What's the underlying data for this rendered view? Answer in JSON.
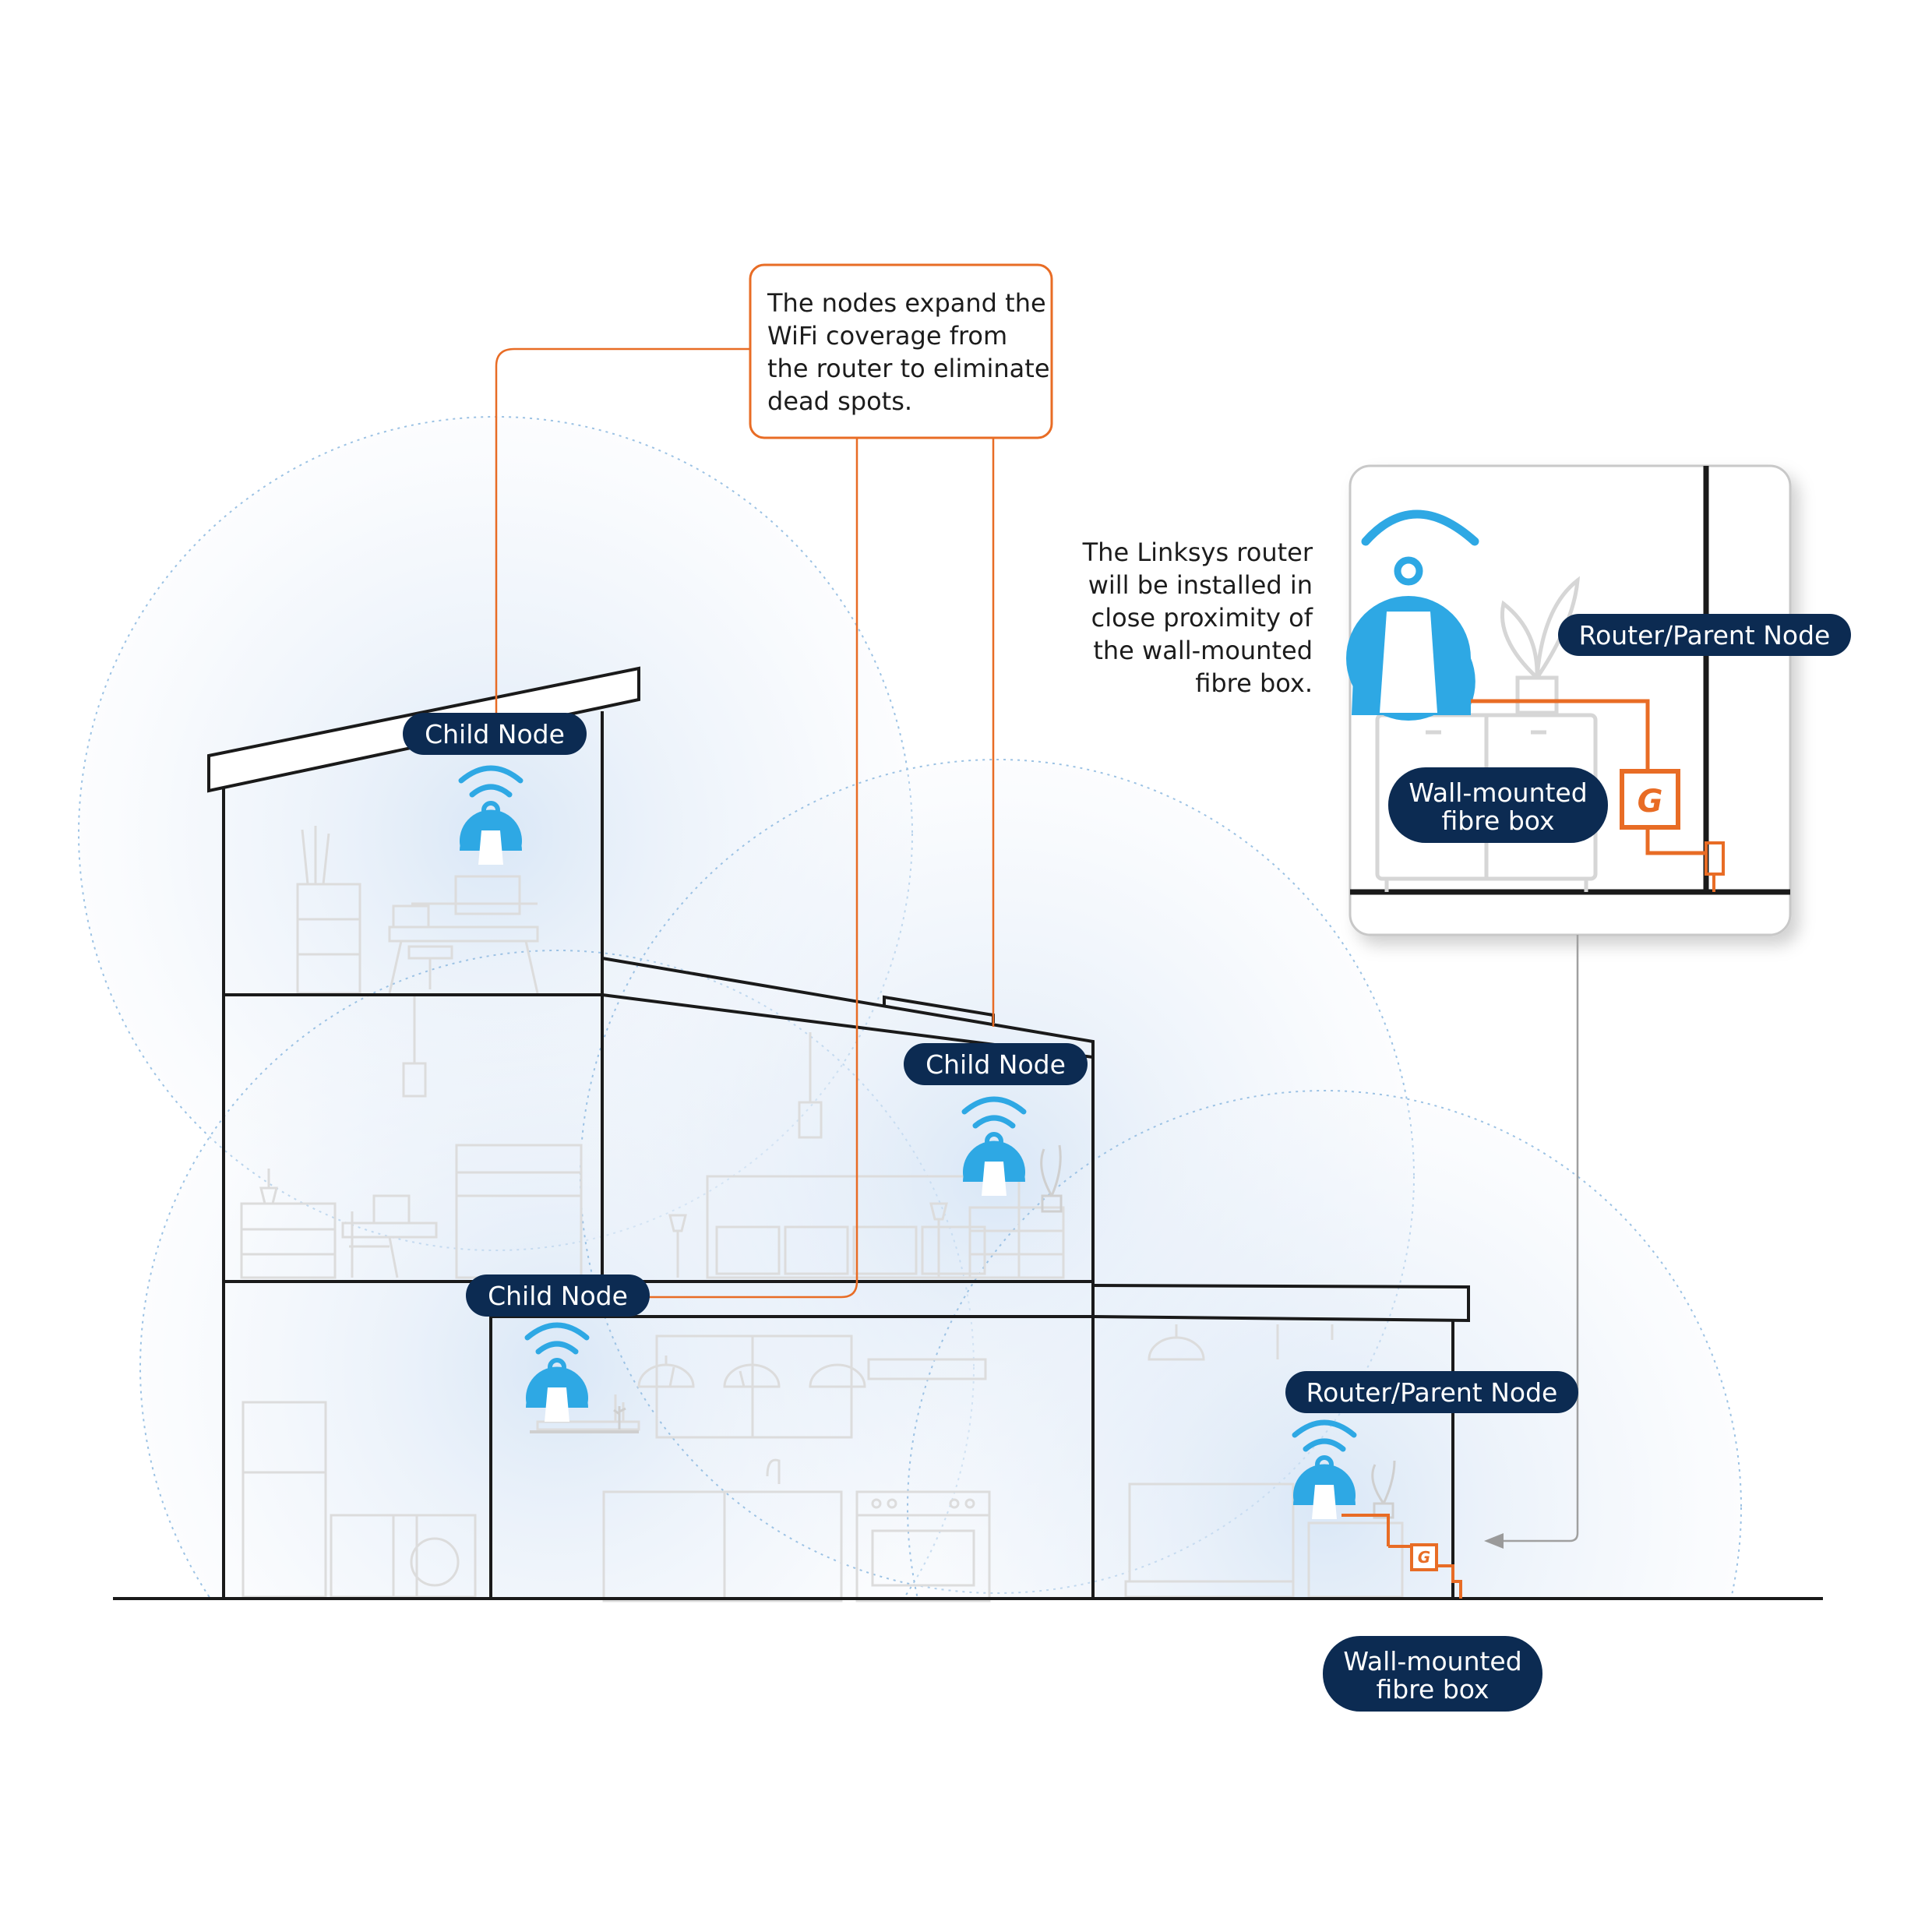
{
  "colors": {
    "navy": "#0c2b52",
    "accent_orange": "#e86c25",
    "wifi_blue": "#2ea8e4",
    "coverage_blue": "#dbe8f6",
    "outline": "#1a1a1a"
  },
  "callout": {
    "lines": [
      "The nodes expand the",
      "WiFi coverage from",
      "the router to eliminate",
      "dead spots."
    ]
  },
  "router_note": {
    "lines": [
      "The Linksys router",
      "will be installed in",
      "close proximity of",
      "the wall-mounted",
      "fibre box."
    ]
  },
  "labels": {
    "child_node_top": "Child Node",
    "child_node_right": "Child Node",
    "child_node_bottom": "Child Node",
    "router_parent_node": "Router/Parent Node",
    "wall_mounted_fibre_box": [
      "Wall-mounted",
      "fibre box"
    ]
  },
  "inset": {
    "router_parent_node": "Router/Parent Node",
    "wall_mounted_fibre_box": [
      "Wall-mounted",
      "fibre box"
    ]
  },
  "icons": [
    "wifi-signal-icon",
    "router-node-icon",
    "fibre-box-icon",
    "plant-icon"
  ]
}
